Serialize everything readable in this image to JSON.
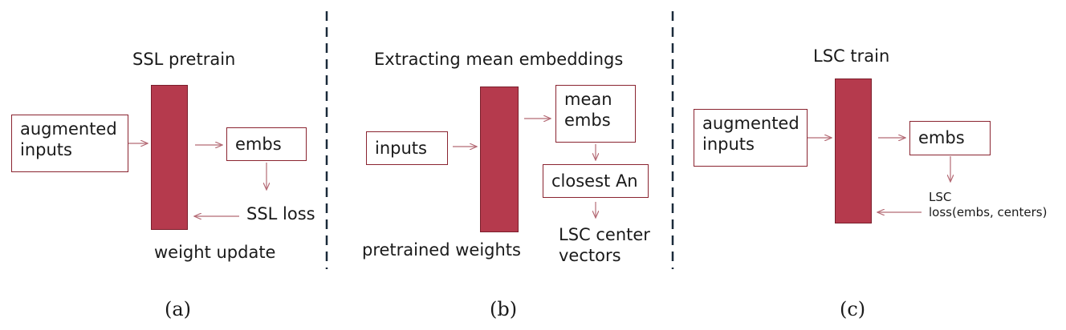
{
  "panel_a": {
    "title": "SSL pretrain",
    "input_line1": "augmented",
    "input_line2": "inputs",
    "output": "embs",
    "loss": "SSL loss",
    "footer": "weight update",
    "caption": "(a)"
  },
  "panel_b": {
    "title": "Extracting mean embeddings",
    "input": "inputs",
    "mean_line1": "mean",
    "mean_line2": "embs",
    "closest": "closest An",
    "center_line1": "LSC center",
    "center_line2": "vectors",
    "footer": "pretrained weights",
    "caption": "(b)"
  },
  "panel_c": {
    "title": "LSC train",
    "input_line1": "augmented",
    "input_line2": "inputs",
    "output": "embs",
    "loss_line1": "LSC",
    "loss_line2": "loss(embs, centers)",
    "caption": "(c)"
  },
  "colors": {
    "block": "#b53a4d",
    "border": "#8a2430",
    "arrow": "#b46a75",
    "divider": "#1a2a3a"
  }
}
